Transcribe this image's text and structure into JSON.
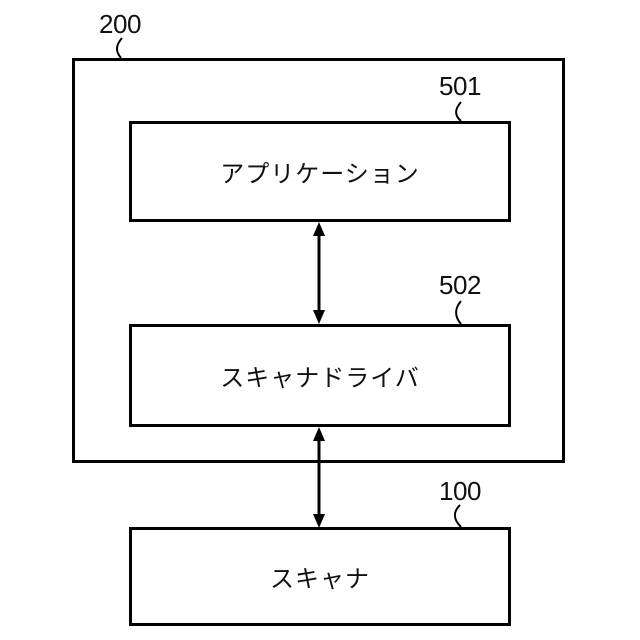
{
  "diagram": {
    "title": "scanner-system-block-diagram",
    "outer_block": {
      "ref": "200"
    },
    "blocks": [
      {
        "ref": "501",
        "label": "アプリケーション"
      },
      {
        "ref": "502",
        "label": "スキャナドライバ"
      },
      {
        "ref": "100",
        "label": "スキャナ"
      }
    ],
    "connections": [
      {
        "from": "501",
        "to": "502",
        "type": "bidirectional-arrow"
      },
      {
        "from": "502",
        "to": "100",
        "type": "bidirectional-arrow"
      }
    ],
    "colors": {
      "line": "#000000",
      "background": "#ffffff",
      "text": "#111111"
    }
  }
}
